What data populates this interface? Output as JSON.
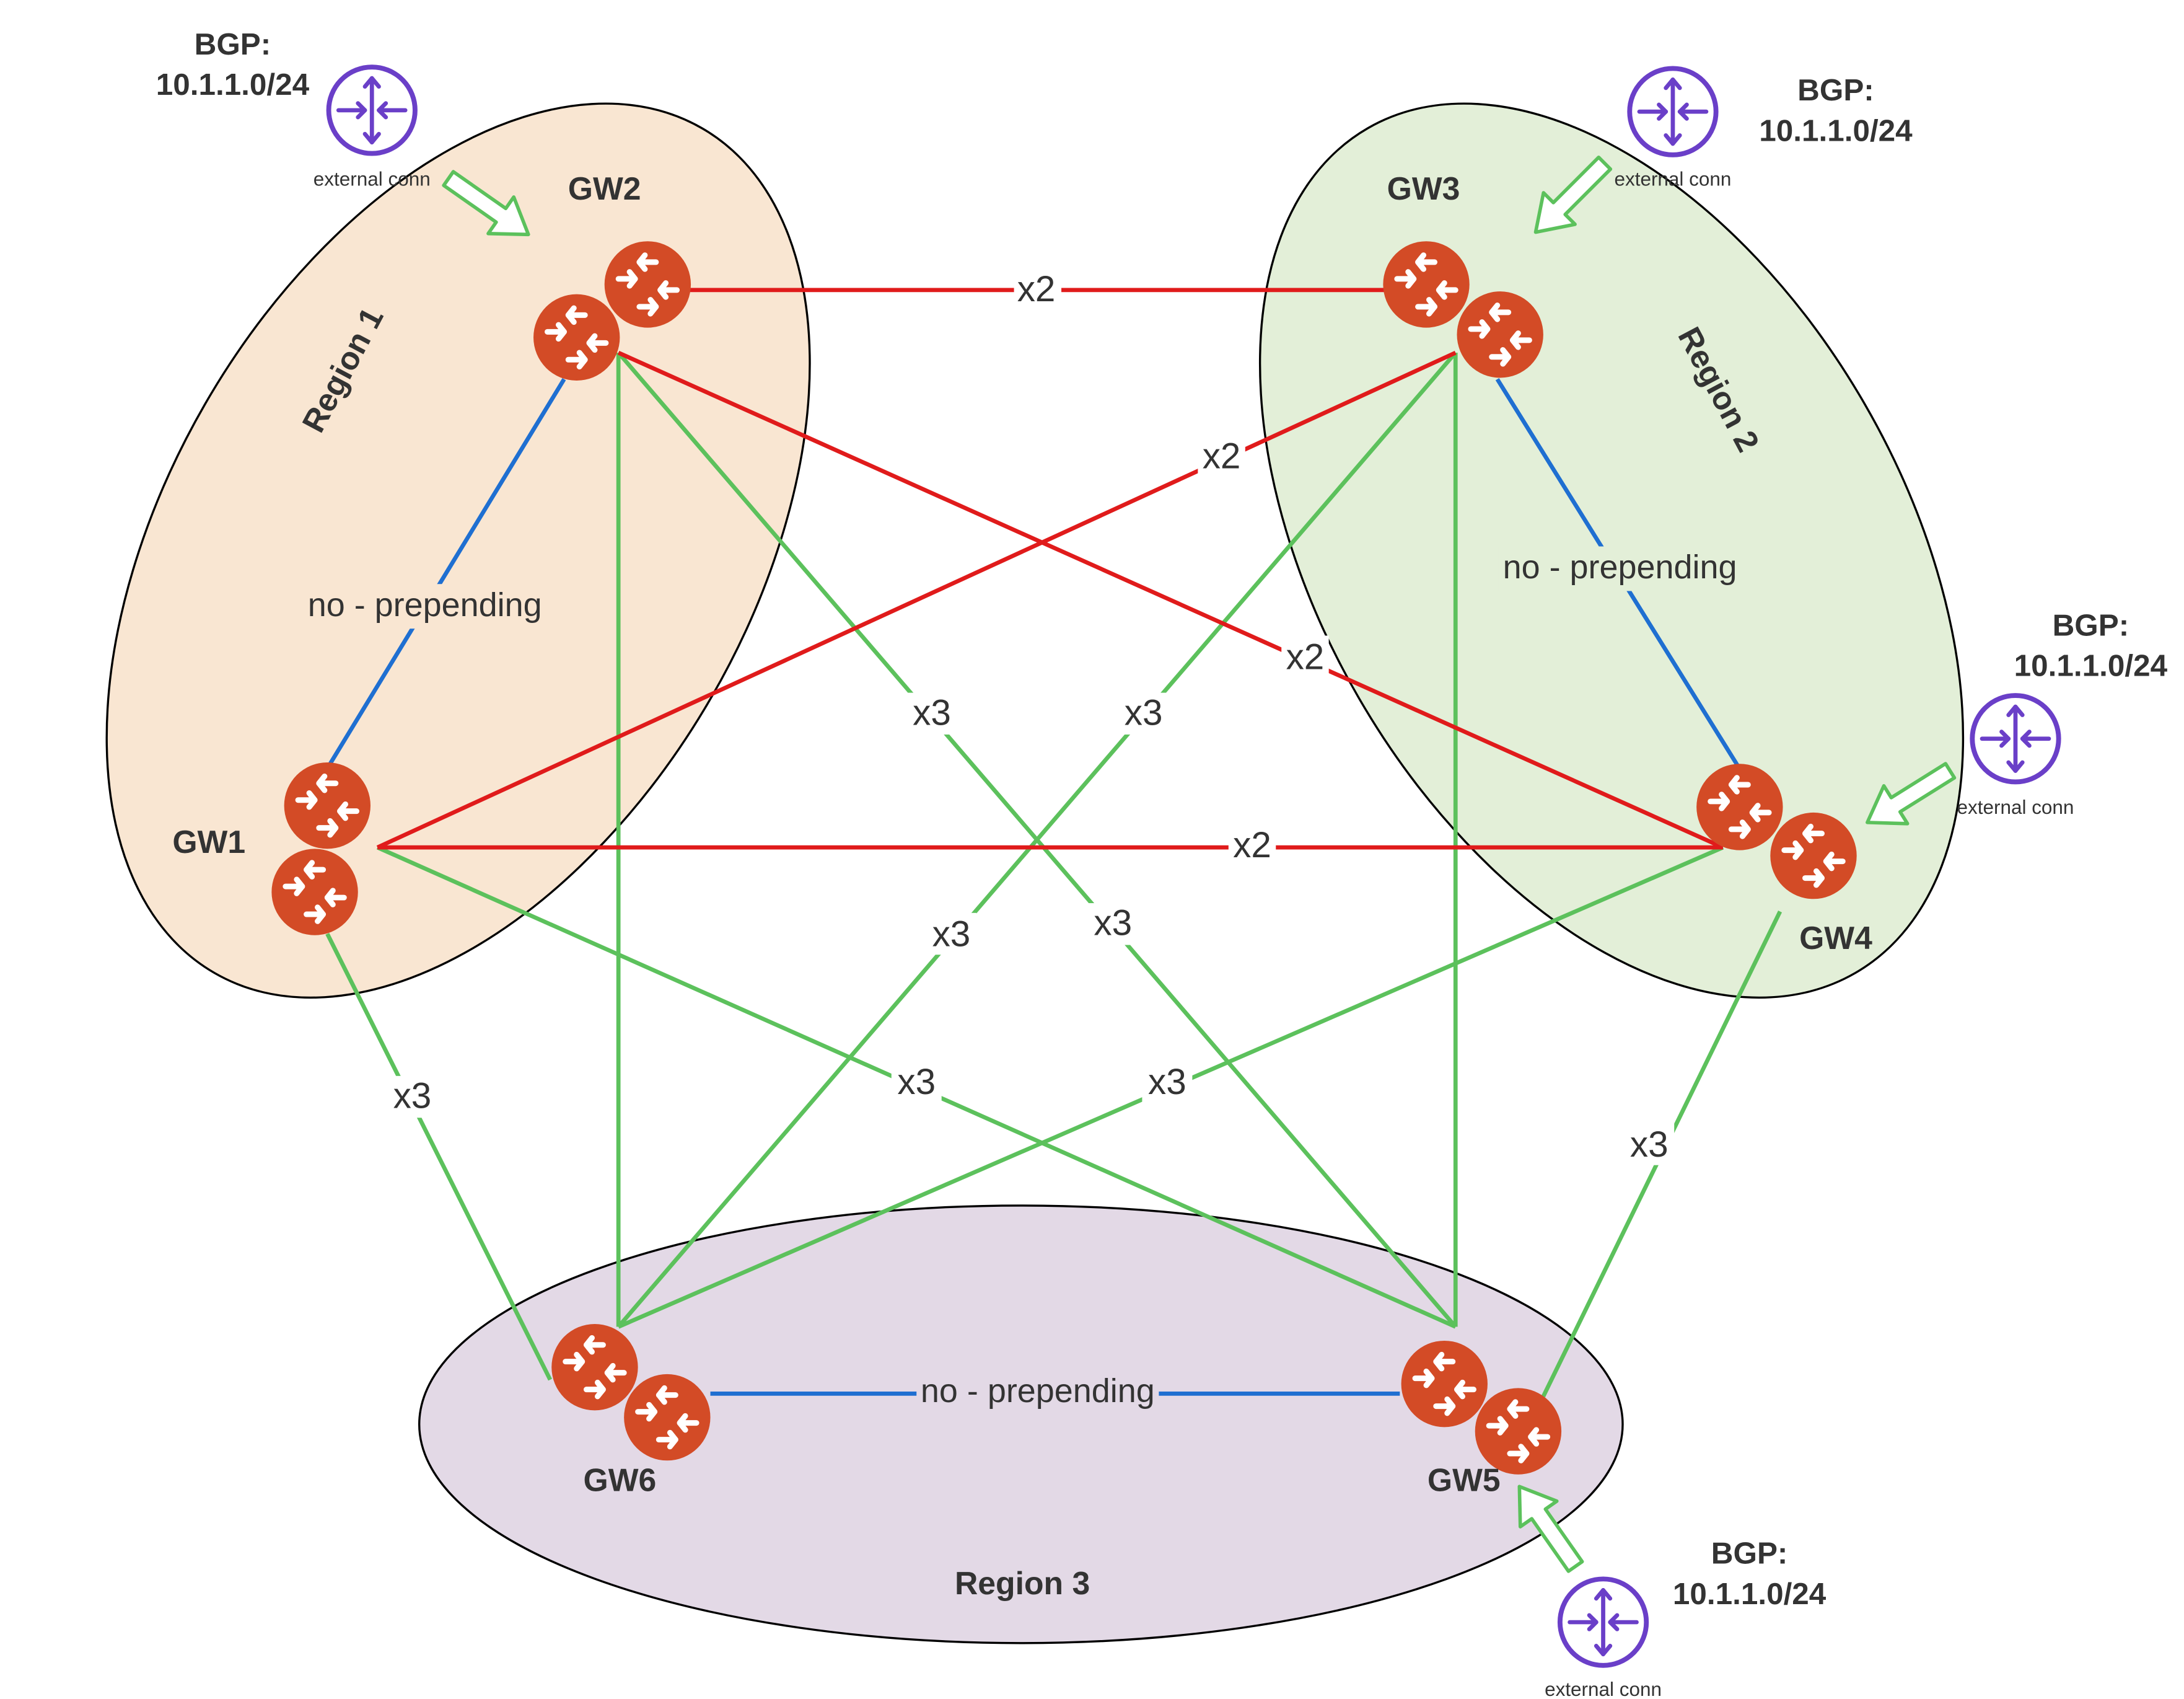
{
  "regions": [
    {
      "id": "region1",
      "label": "Region 1",
      "fill": "#f9e6d2"
    },
    {
      "id": "region2",
      "label": "Region 2",
      "fill": "#e3efd8"
    },
    {
      "id": "region3",
      "label": "Region 3",
      "fill": "#e3d9e6"
    }
  ],
  "gateways": [
    {
      "id": "gw1",
      "label": "GW1"
    },
    {
      "id": "gw2",
      "label": "GW2"
    },
    {
      "id": "gw3",
      "label": "GW3"
    },
    {
      "id": "gw4",
      "label": "GW4"
    },
    {
      "id": "gw5",
      "label": "GW5"
    },
    {
      "id": "gw6",
      "label": "GW6"
    }
  ],
  "external": [
    {
      "id": "ext-gw2",
      "bgp_title": "BGP:",
      "bgp_prefix": "10.1.1.0/24",
      "conn_label": "external conn"
    },
    {
      "id": "ext-gw3",
      "bgp_title": "BGP:",
      "bgp_prefix": "10.1.1.0/24",
      "conn_label": "external conn"
    },
    {
      "id": "ext-gw4",
      "bgp_title": "BGP:",
      "bgp_prefix": "10.1.1.0/24",
      "conn_label": "external conn"
    },
    {
      "id": "ext-gw5",
      "bgp_title": "BGP:",
      "bgp_prefix": "10.1.1.0/24",
      "conn_label": "external conn"
    }
  ],
  "links": [
    {
      "from": "GW2",
      "to": "GW1",
      "label": "no - prepending",
      "type": "intra"
    },
    {
      "from": "GW3",
      "to": "GW4",
      "label": "no - prepending",
      "type": "intra"
    },
    {
      "from": "GW6",
      "to": "GW5",
      "label": "no - prepending",
      "type": "intra"
    },
    {
      "from": "GW2",
      "to": "GW3",
      "label": "x2",
      "type": "x2"
    },
    {
      "from": "GW1",
      "to": "GW3",
      "label": "x2",
      "type": "x2"
    },
    {
      "from": "GW2",
      "to": "GW4",
      "label": "x2",
      "type": "x2"
    },
    {
      "from": "GW1",
      "to": "GW4",
      "label": "x2",
      "type": "x2"
    },
    {
      "from": "GW2",
      "to": "GW5",
      "label": "x3",
      "type": "x3"
    },
    {
      "from": "GW3",
      "to": "GW6",
      "label": "x3",
      "type": "x3"
    },
    {
      "from": "GW1",
      "to": "GW5",
      "label": "x3",
      "type": "x3"
    },
    {
      "from": "GW4",
      "to": "GW6",
      "label": "x3",
      "type": "x3"
    },
    {
      "from": "GW1",
      "to": "GW6",
      "label": "x3",
      "type": "x3"
    },
    {
      "from": "GW4",
      "to": "GW5",
      "label": "x3",
      "type": "x3"
    },
    {
      "from": "GW2",
      "to": "GW6",
      "label": "",
      "type": "x3"
    },
    {
      "from": "GW3",
      "to": "GW5",
      "label": "",
      "type": "x3"
    }
  ],
  "colors": {
    "intra": "#1f6fd1",
    "x2": "#e01b1b",
    "x3": "#5cc15c",
    "router": "#d34b26",
    "external_router": "#6a3fc8",
    "arrow": "#5cc15c"
  }
}
